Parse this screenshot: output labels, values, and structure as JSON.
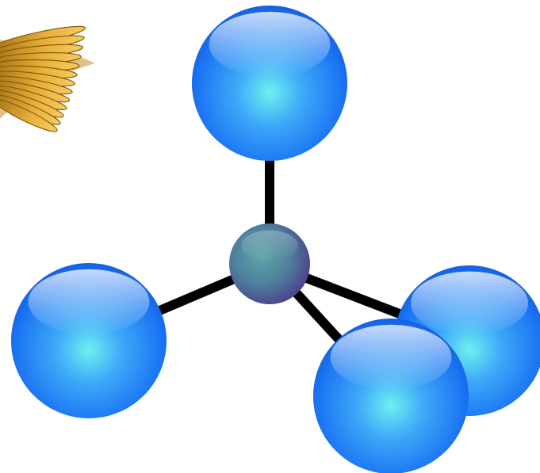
{
  "diagram": {
    "type": "molecular-model",
    "structure": "tetrahedral",
    "atoms": [
      {
        "id": "center",
        "role": "central-atom",
        "color": "#6a7fa3"
      },
      {
        "id": "top",
        "role": "outer-atom",
        "color": "#1e7fff"
      },
      {
        "id": "left",
        "role": "outer-atom",
        "color": "#1e7fff"
      },
      {
        "id": "right-back",
        "role": "outer-atom",
        "color": "#1e7fff"
      },
      {
        "id": "right-front",
        "role": "outer-atom",
        "color": "#1e7fff"
      }
    ],
    "bonds": [
      {
        "from": "center",
        "to": "top"
      },
      {
        "from": "center",
        "to": "left"
      },
      {
        "from": "center",
        "to": "right-back"
      },
      {
        "from": "center",
        "to": "right-front"
      }
    ],
    "bond_color": "#000000",
    "decoration": {
      "icon": "golden-wing-icon",
      "color": "#d9a52b"
    }
  }
}
